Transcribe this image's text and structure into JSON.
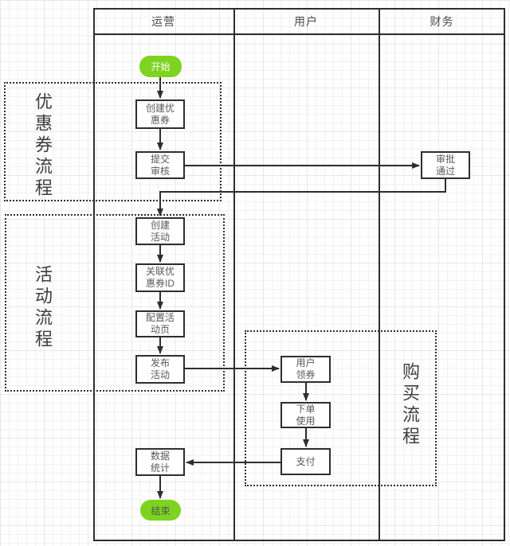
{
  "diagram_type": "swimlane-flowchart",
  "lanes": [
    {
      "label": "运营"
    },
    {
      "label": "用户"
    },
    {
      "label": "财务"
    }
  ],
  "groups": [
    {
      "id": "coupon-process",
      "label": "优惠券流程"
    },
    {
      "id": "activity-process",
      "label": "活动流程"
    },
    {
      "id": "purchase-process",
      "label": "购买流程"
    }
  ],
  "nodes": {
    "start": {
      "label": "开始",
      "type": "terminal",
      "lane": "运营"
    },
    "create_coupon": {
      "label": "创建优\n惠券",
      "type": "process",
      "lane": "运营",
      "group": "优惠券流程"
    },
    "submit_review": {
      "label": "提交\n审核",
      "type": "process",
      "lane": "运营",
      "group": "优惠券流程"
    },
    "approve_pass": {
      "label": "审批\n通过",
      "type": "process",
      "lane": "财务",
      "group": "优惠券流程"
    },
    "create_activity": {
      "label": "创建\n活动",
      "type": "process",
      "lane": "运营",
      "group": "活动流程"
    },
    "link_coupon_id": {
      "label": "关联优\n惠券ID",
      "type": "process",
      "lane": "运营",
      "group": "活动流程"
    },
    "config_activity_page": {
      "label": "配置活\n动页",
      "type": "process",
      "lane": "运营",
      "group": "活动流程"
    },
    "publish_activity": {
      "label": "发布\n活动",
      "type": "process",
      "lane": "运营",
      "group": "活动流程"
    },
    "user_claim_coupon": {
      "label": "用户\n领券",
      "type": "process",
      "lane": "用户",
      "group": "购买流程"
    },
    "order_use": {
      "label": "下单\n使用",
      "type": "process",
      "lane": "用户",
      "group": "购买流程"
    },
    "pay": {
      "label": "支付",
      "type": "process",
      "lane": "用户",
      "group": "购买流程"
    },
    "data_stats": {
      "label": "数据\n统计",
      "type": "process",
      "lane": "运营"
    },
    "end": {
      "label": "结束",
      "type": "terminal",
      "lane": "运营"
    }
  },
  "edges": [
    {
      "from": "start",
      "to": "create_coupon"
    },
    {
      "from": "create_coupon",
      "to": "submit_review"
    },
    {
      "from": "submit_review",
      "to": "approve_pass"
    },
    {
      "from": "approve_pass",
      "to": "create_activity"
    },
    {
      "from": "create_activity",
      "to": "link_coupon_id"
    },
    {
      "from": "link_coupon_id",
      "to": "config_activity_page"
    },
    {
      "from": "config_activity_page",
      "to": "publish_activity"
    },
    {
      "from": "publish_activity",
      "to": "user_claim_coupon"
    },
    {
      "from": "user_claim_coupon",
      "to": "order_use"
    },
    {
      "from": "order_use",
      "to": "pay"
    },
    {
      "from": "pay",
      "to": "data_stats"
    },
    {
      "from": "data_stats",
      "to": "end"
    }
  ],
  "colors": {
    "green": "#7ED321",
    "line": "#2e2e2e",
    "box_text": "#595959",
    "header_text": "#4a4a4a",
    "group_text": "#3d3d3d",
    "end_text": "#4d584d",
    "grid_minor": "#f1f1f1",
    "grid_major": "#e7e7e7"
  }
}
